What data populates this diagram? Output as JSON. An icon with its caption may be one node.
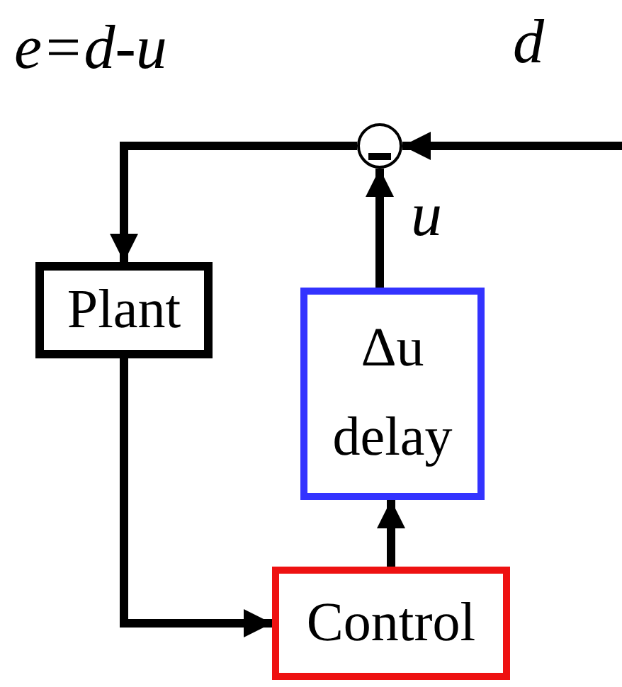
{
  "diagram": {
    "nodes": [
      {
        "text": [],
        "shape": "circle"
      },
      {
        "text": [
          "Plant"
        ]
      },
      {
        "text": [
          "Δu",
          "delay"
        ]
      },
      {
        "text": [
          "Control"
        ]
      }
    ],
    "edges": [
      {
        "from": null,
        "to": 0,
        "arrow": "to",
        "label": "d"
      },
      {
        "from": 0,
        "to": 1,
        "arrow": "to",
        "label": "e=d-u"
      },
      {
        "from": 1,
        "to": 3,
        "arrow": "to"
      },
      {
        "from": 3,
        "to": 2,
        "arrow": "to"
      },
      {
        "from": 2,
        "to": 0,
        "arrow": "to",
        "label": "u"
      }
    ]
  }
}
